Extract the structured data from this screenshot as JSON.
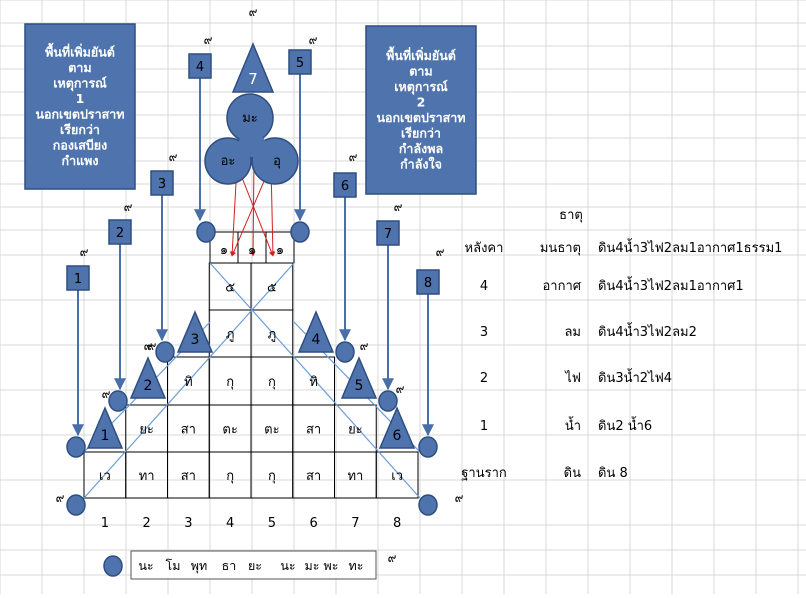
{
  "notes": {
    "left": [
      "พื้นที่เพิ่มยันต์",
      "ตาม",
      "เหตุการณ์",
      "1",
      "นอกเขตปราสาท",
      "เรียกว่า",
      "กองเสบียง",
      "กำแพง"
    ],
    "right": [
      "พื้นที่เพิ่มยันต์",
      "ตาม",
      "เหตุการณ์",
      "2",
      "นอกเขตปราสาท",
      "เรียกว่า",
      "กำลังพล",
      "กำลังใจ"
    ]
  },
  "nine_mark": "๙",
  "markers": [
    "1",
    "2",
    "3",
    "4",
    "5",
    "6",
    "7",
    "8"
  ],
  "triangles": [
    "1",
    "2",
    "3",
    "4",
    "5",
    "6",
    "7"
  ],
  "flower": {
    "top": "มะ",
    "left": "อะ",
    "right": "อุ"
  },
  "apex_row": [
    "๑",
    "๑",
    "๑"
  ],
  "grid_rows": [
    [
      "๕",
      "๕"
    ],
    [
      "ภู",
      "ภู"
    ],
    [
      "ทิ",
      "กุ",
      "กุ",
      "ทิ"
    ],
    [
      "ยะ",
      "สา",
      "ตะ",
      "ตะ",
      "สา",
      "ยะ"
    ],
    [
      "เว",
      "ทา",
      "สา",
      "กุ",
      "กุ",
      "สา",
      "ทา",
      "เว"
    ]
  ],
  "column_numbers": [
    "1",
    "2",
    "3",
    "4",
    "5",
    "6",
    "7",
    "8"
  ],
  "legend_syllables": [
    "นะ",
    "โม",
    "พุท",
    "ธา",
    "ยะ",
    "นะ",
    "มะ",
    "พะ",
    "ทะ"
  ],
  "table": {
    "header": "ธาตุ",
    "rows": [
      {
        "level": "หลังคา",
        "element": "มนธาตุ",
        "mix": "ดิน4น้ำ3ไฟ2ลม1อากาศ1ธรรม1"
      },
      {
        "level": "4",
        "element": "อากาศ",
        "mix": "ดิน4น้ำ3ไฟ2ลม1อากาศ1"
      },
      {
        "level": "3",
        "element": "ลม",
        "mix": "ดิน4น้ำ3ไฟ2ลม2"
      },
      {
        "level": "2",
        "element": "ไฟ",
        "mix": "ดิน3น้ำ2ไฟ4"
      },
      {
        "level": "1",
        "element": "น้ำ",
        "mix": "ดิน2 น้ำ6"
      },
      {
        "level": "ฐานราก",
        "element": "ดิน",
        "mix": "ดิน 8"
      }
    ]
  },
  "colors": {
    "shape_fill": "#4f74ad",
    "shape_stroke": "#2e4e80",
    "connector": "#4a6fa8",
    "red_line": "#d02020",
    "diag_line": "#6a9cd8",
    "sheet_grid": "#d9d9d9",
    "cell_border": "#000000"
  }
}
